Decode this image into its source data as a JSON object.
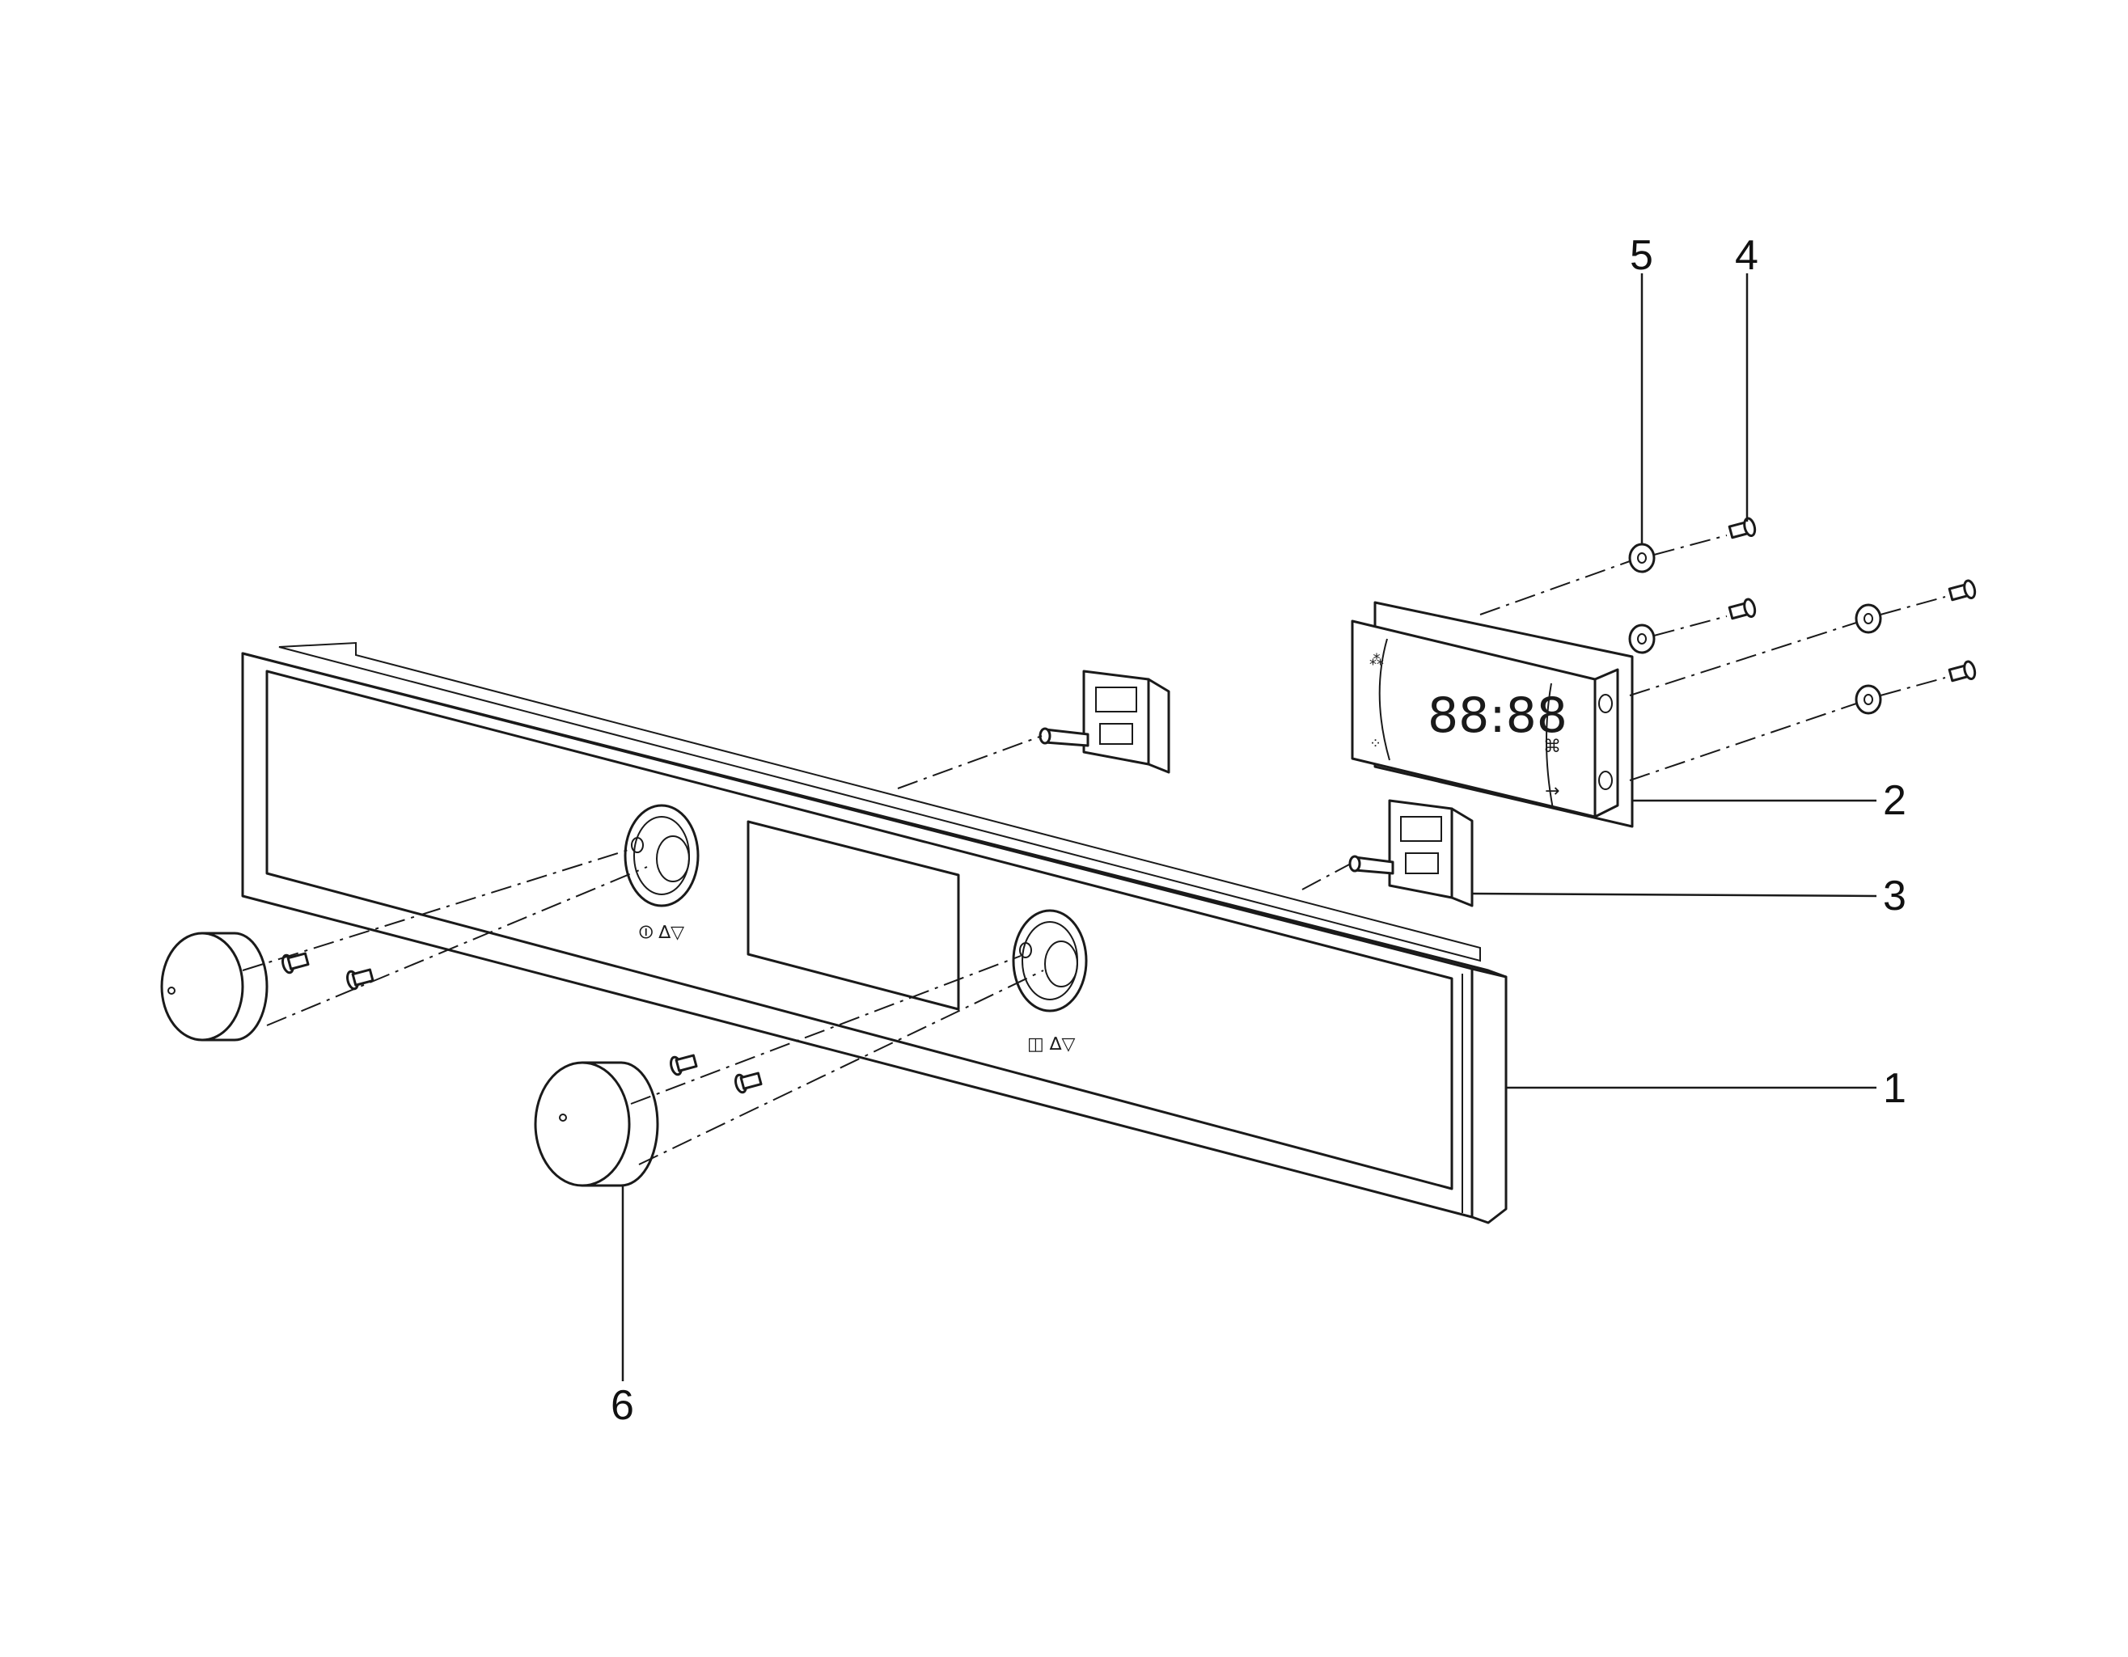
{
  "diagram": {
    "parts": [
      {
        "id": "1",
        "label": "1"
      },
      {
        "id": "2",
        "label": "2"
      },
      {
        "id": "3",
        "label": "3"
      },
      {
        "id": "4",
        "label": "4"
      },
      {
        "id": "5",
        "label": "5"
      },
      {
        "id": "6",
        "label": "6"
      }
    ],
    "display_readout": "88:88",
    "colors": {
      "line": "#1a1a1a",
      "background": "#ffffff"
    }
  }
}
